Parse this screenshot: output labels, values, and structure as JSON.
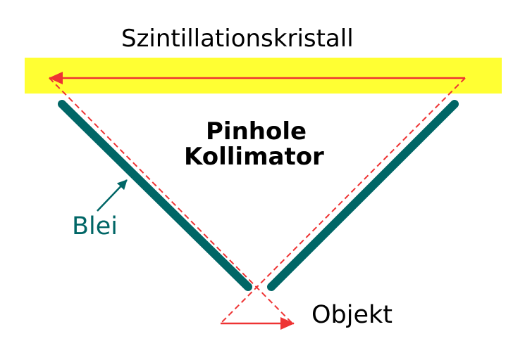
{
  "labels": {
    "crystal": "Szintillationskristall",
    "collimator_line1": "Pinhole",
    "collimator_line2": "Kollimator",
    "lead": "Blei",
    "object": "Objekt"
  },
  "colors": {
    "crystal": "#ffff33",
    "lead": "#006666",
    "ray": "#ee3333",
    "text": "#000000"
  }
}
